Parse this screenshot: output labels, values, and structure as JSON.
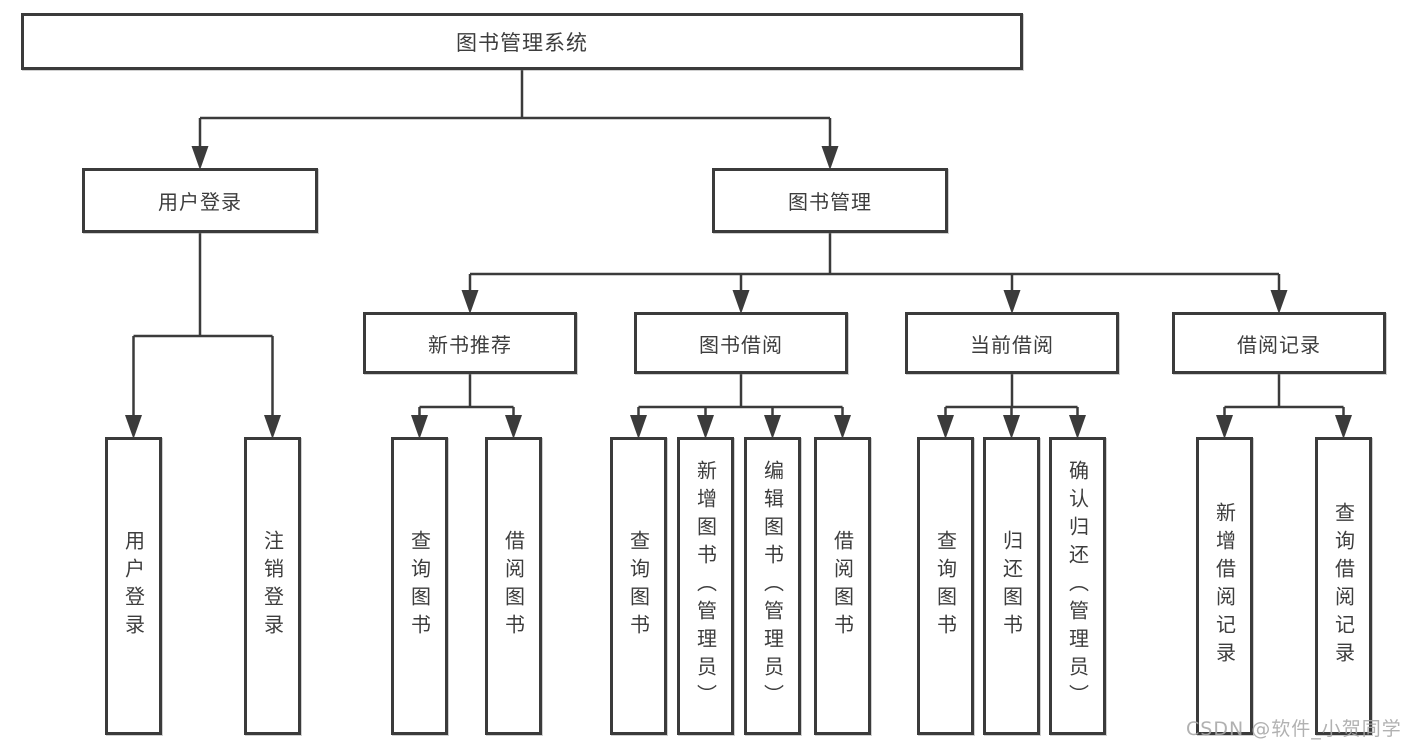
{
  "diagram": {
    "title": "图书管理系统",
    "colors": {
      "line": "#3b3b3b",
      "box_border": "#3b3b3b",
      "box_background": "#ffffff",
      "text": "#3d3d3d",
      "watermark": "#a8a8a8"
    },
    "tree": {
      "root": {
        "label": "图书管理系统"
      },
      "branches": [
        {
          "label": "用户登录",
          "children": [
            {
              "label": "用户登录"
            },
            {
              "label": "注销登录"
            }
          ]
        },
        {
          "label": "图书管理",
          "children": [
            {
              "label": "新书推荐",
              "children": [
                {
                  "label": "查询图书"
                },
                {
                  "label": "借阅图书"
                }
              ]
            },
            {
              "label": "图书借阅",
              "children": [
                {
                  "label": "查询图书"
                },
                {
                  "label": "新增图书（管理员）"
                },
                {
                  "label": "编辑图书（管理员）"
                },
                {
                  "label": "借阅图书"
                }
              ]
            },
            {
              "label": "当前借阅",
              "children": [
                {
                  "label": "查询图书"
                },
                {
                  "label": "归还图书"
                },
                {
                  "label": "确认归还（管理员）"
                }
              ]
            },
            {
              "label": "借阅记录",
              "children": [
                {
                  "label": "新增借阅记录"
                },
                {
                  "label": "查询借阅记录"
                }
              ]
            }
          ]
        }
      ]
    },
    "watermark": "CSDN @软件_小贺同学"
  }
}
